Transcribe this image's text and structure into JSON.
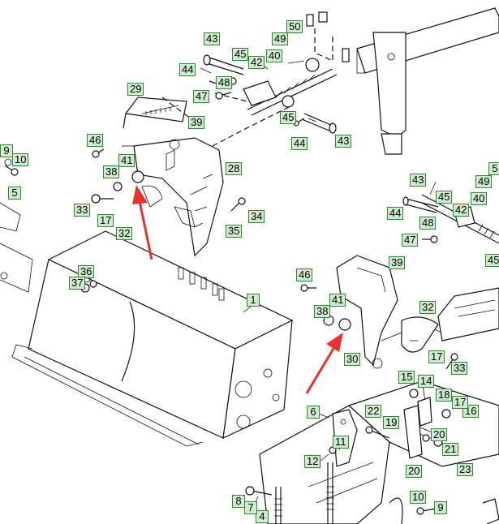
{
  "diagram": {
    "accent_arrow_color": "#e8332d",
    "callout_fill": "#cfeccf",
    "callout_border": "#2f8a2f",
    "callouts": [
      {
        "id": "c1",
        "label": "1"
      },
      {
        "id": "c4",
        "label": "4"
      },
      {
        "id": "c5a",
        "label": "5"
      },
      {
        "id": "c5b",
        "label": "5"
      },
      {
        "id": "c6",
        "label": "6"
      },
      {
        "id": "c7",
        "label": "7"
      },
      {
        "id": "c8",
        "label": "8"
      },
      {
        "id": "c9a",
        "label": "9"
      },
      {
        "id": "c9b",
        "label": "9"
      },
      {
        "id": "c10a",
        "label": "10"
      },
      {
        "id": "c10b",
        "label": "10"
      },
      {
        "id": "c11",
        "label": "11"
      },
      {
        "id": "c12",
        "label": "12"
      },
      {
        "id": "c14",
        "label": "14"
      },
      {
        "id": "c15",
        "label": "15"
      },
      {
        "id": "c16",
        "label": "16"
      },
      {
        "id": "c17a",
        "label": "17"
      },
      {
        "id": "c17b",
        "label": "17"
      },
      {
        "id": "c17c",
        "label": "17"
      },
      {
        "id": "c18",
        "label": "18"
      },
      {
        "id": "c19",
        "label": "19"
      },
      {
        "id": "c20a",
        "label": "20"
      },
      {
        "id": "c20b",
        "label": "20"
      },
      {
        "id": "c21",
        "label": "21"
      },
      {
        "id": "c22",
        "label": "22"
      },
      {
        "id": "c23",
        "label": "23"
      },
      {
        "id": "c28",
        "label": "28"
      },
      {
        "id": "c29",
        "label": "29"
      },
      {
        "id": "c30",
        "label": "30"
      },
      {
        "id": "c32a",
        "label": "32"
      },
      {
        "id": "c32b",
        "label": "32"
      },
      {
        "id": "c33a",
        "label": "33"
      },
      {
        "id": "c33b",
        "label": "33"
      },
      {
        "id": "c34",
        "label": "34"
      },
      {
        "id": "c35",
        "label": "35"
      },
      {
        "id": "c36",
        "label": "36"
      },
      {
        "id": "c37",
        "label": "37"
      },
      {
        "id": "c38a",
        "label": "38"
      },
      {
        "id": "c38b",
        "label": "38"
      },
      {
        "id": "c39a",
        "label": "39"
      },
      {
        "id": "c39b",
        "label": "39"
      },
      {
        "id": "c40a",
        "label": "40"
      },
      {
        "id": "c40b",
        "label": "40"
      },
      {
        "id": "c41a",
        "label": "41"
      },
      {
        "id": "c41b",
        "label": "41"
      },
      {
        "id": "c42a",
        "label": "42"
      },
      {
        "id": "c42b",
        "label": "42"
      },
      {
        "id": "c43a",
        "label": "43"
      },
      {
        "id": "c43b",
        "label": "43"
      },
      {
        "id": "c43c",
        "label": "43"
      },
      {
        "id": "c44a",
        "label": "44"
      },
      {
        "id": "c44b",
        "label": "44"
      },
      {
        "id": "c44c",
        "label": "44"
      },
      {
        "id": "c45a",
        "label": "45"
      },
      {
        "id": "c45b",
        "label": "45"
      },
      {
        "id": "c45c",
        "label": "45"
      },
      {
        "id": "c45d",
        "label": "45"
      },
      {
        "id": "c46a",
        "label": "46"
      },
      {
        "id": "c46b",
        "label": "46"
      },
      {
        "id": "c47a",
        "label": "47"
      },
      {
        "id": "c47b",
        "label": "47"
      },
      {
        "id": "c48a",
        "label": "48"
      },
      {
        "id": "c48b",
        "label": "48"
      },
      {
        "id": "c49a",
        "label": "49"
      },
      {
        "id": "c49b",
        "label": "49"
      },
      {
        "id": "c50",
        "label": "50"
      }
    ]
  }
}
